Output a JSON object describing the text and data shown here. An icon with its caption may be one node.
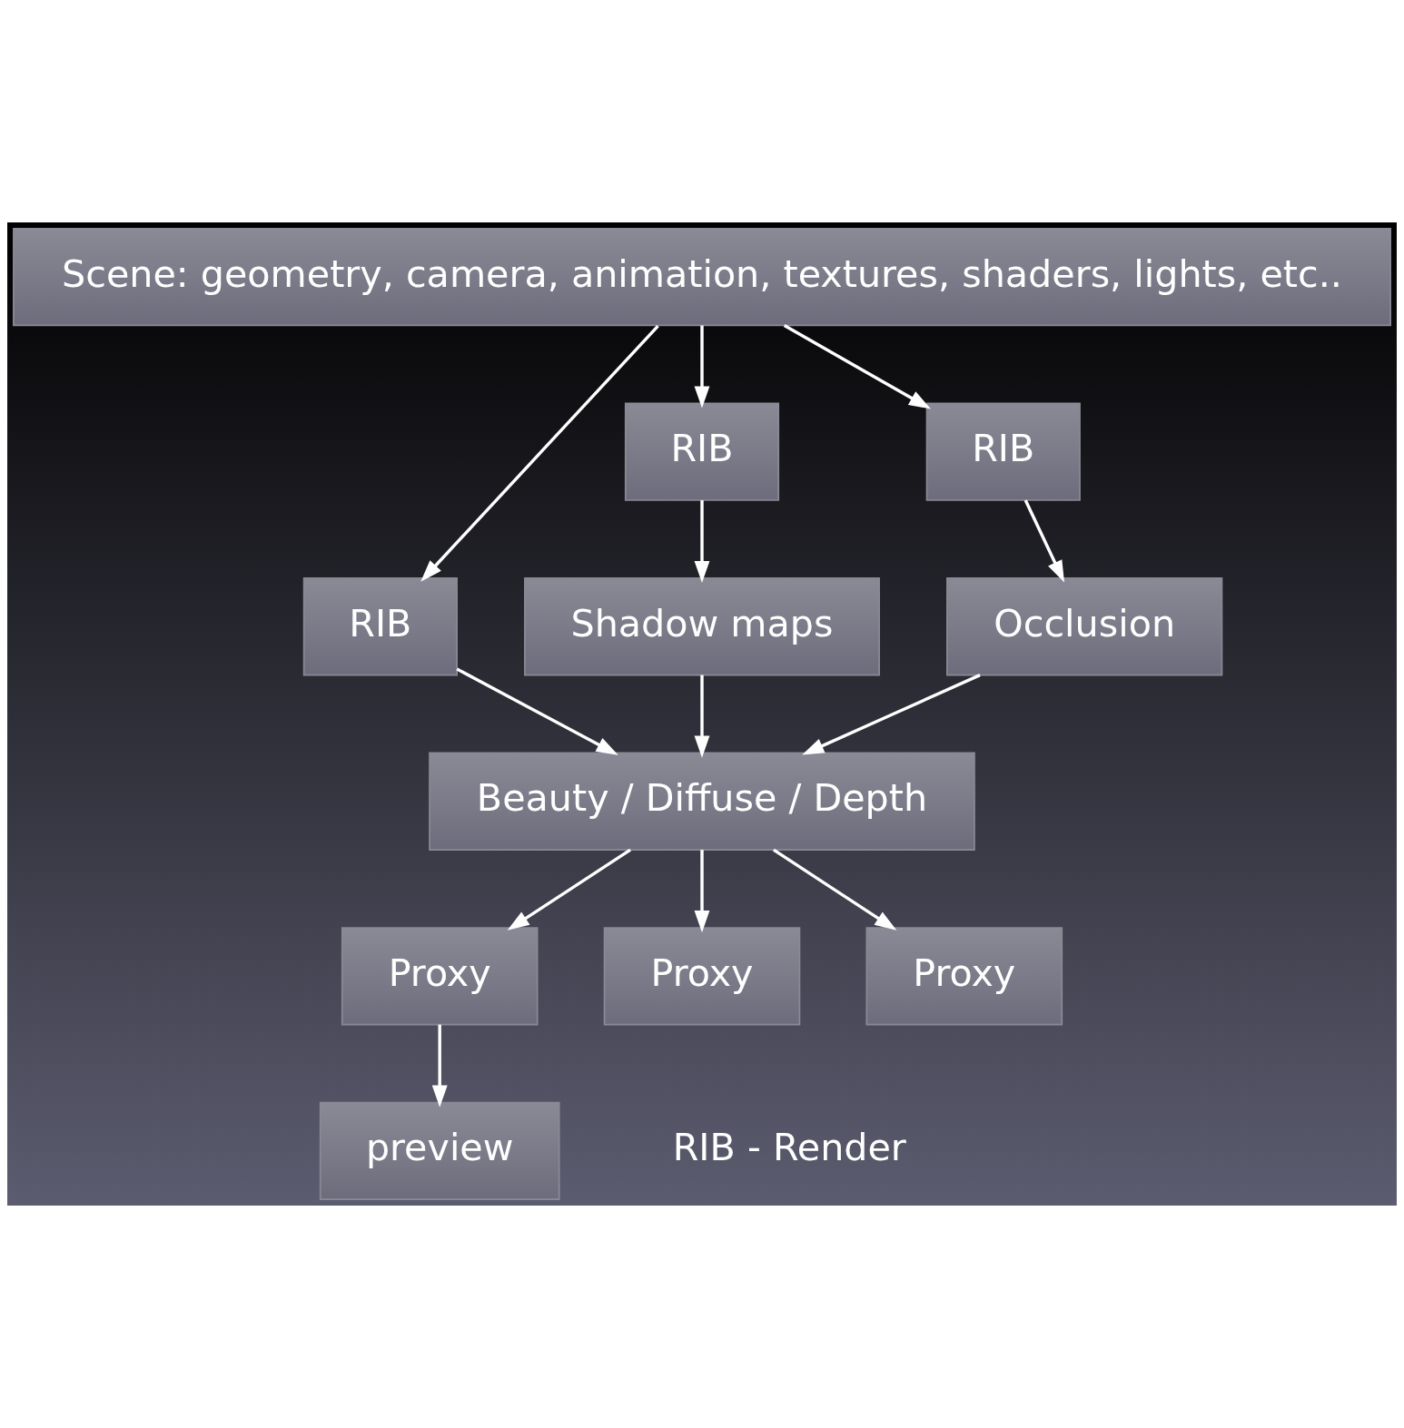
{
  "diagram": {
    "nodes": [
      {
        "text": [
          "Scene: geometry, camera, animation, textures, shaders, lights, etc.."
        ]
      },
      {
        "text": [
          "RIB"
        ]
      },
      {
        "text": [
          "RIB"
        ]
      },
      {
        "text": [
          "RIB"
        ]
      },
      {
        "text": [
          "Shadow maps"
        ]
      },
      {
        "text": [
          "Occlusion"
        ]
      },
      {
        "text": [
          "Beauty / Diffuse / Depth"
        ]
      },
      {
        "text": [
          "Proxy"
        ]
      },
      {
        "text": [
          "Proxy"
        ]
      },
      {
        "text": [
          "Proxy"
        ]
      },
      {
        "text": [
          "preview"
        ]
      }
    ],
    "edges": [
      {
        "from": 0,
        "to": 1,
        "arrow": "to"
      },
      {
        "from": 0,
        "to": 2,
        "arrow": "to"
      },
      {
        "from": 0,
        "to": 3,
        "arrow": "to"
      },
      {
        "from": 1,
        "to": 6,
        "arrow": "to"
      },
      {
        "from": 2,
        "to": 4,
        "arrow": "to"
      },
      {
        "from": 3,
        "to": 5,
        "arrow": "to"
      },
      {
        "from": 4,
        "to": 6,
        "arrow": "to"
      },
      {
        "from": 5,
        "to": 6,
        "arrow": "to"
      },
      {
        "from": 6,
        "to": 7,
        "arrow": "to"
      },
      {
        "from": 6,
        "to": 8,
        "arrow": "to"
      },
      {
        "from": 6,
        "to": 9,
        "arrow": "to"
      },
      {
        "from": 7,
        "to": 10,
        "arrow": "to"
      }
    ],
    "labels": [
      "RIB - Render"
    ]
  }
}
